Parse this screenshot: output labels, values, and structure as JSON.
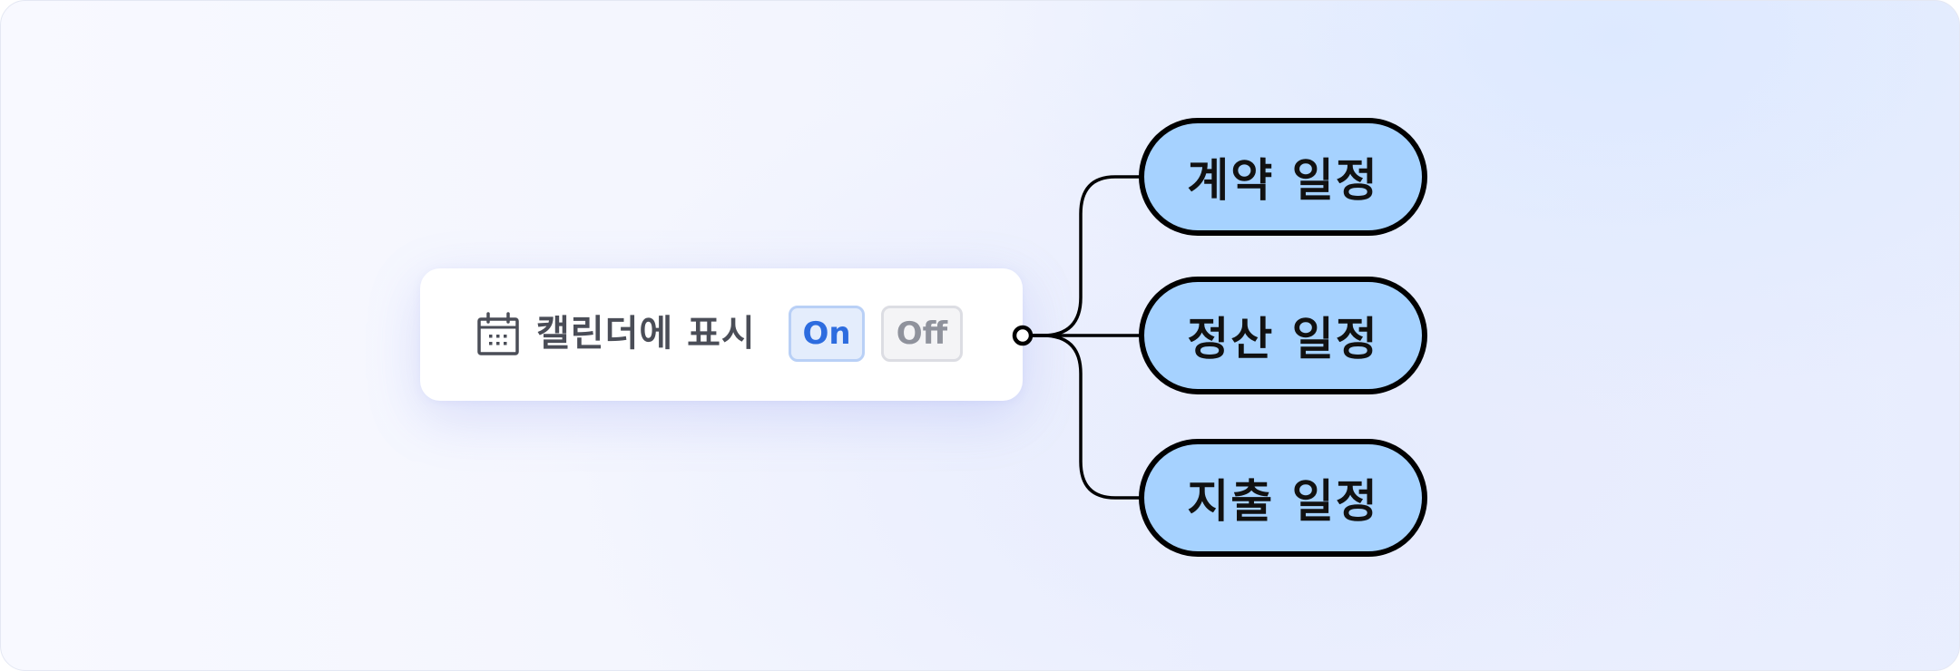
{
  "card": {
    "icon": "calendar-icon",
    "label": "캘린더에 표시",
    "toggle_on_label": "On",
    "toggle_off_label": "Off",
    "selected": "On"
  },
  "branches": [
    {
      "label": "계약 일정"
    },
    {
      "label": "정산 일정"
    },
    {
      "label": "지출 일정"
    }
  ],
  "colors": {
    "node_fill": "#a6d2ff",
    "node_stroke": "#000000",
    "toggle_on_text": "#2d6cdf",
    "toggle_off_text": "#8f929c",
    "label_text": "#4a4d57"
  }
}
